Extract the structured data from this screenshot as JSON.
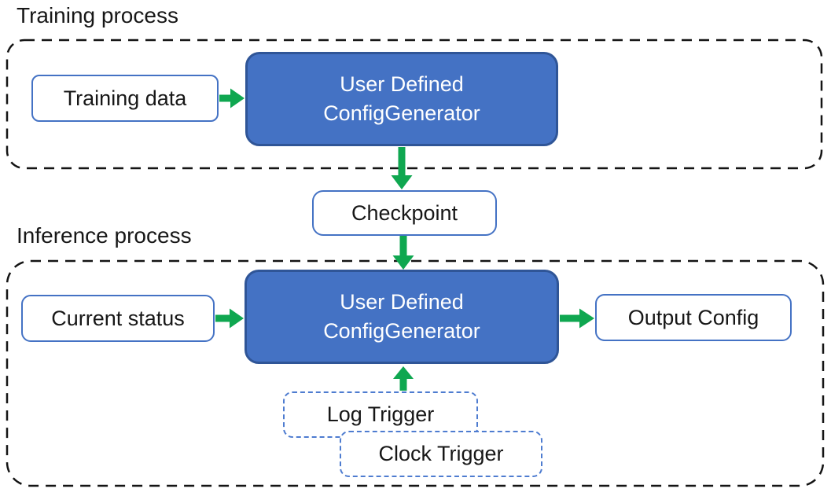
{
  "colors": {
    "node_fill_blue": "#4472C4",
    "node_border_dark_blue": "#2F5597",
    "outline_border_blue": "#4472C4",
    "trigger_border_blue": "#4E7CD0",
    "container_dash_black": "#141414",
    "arrow_green": "#0FA750",
    "text_dark": "#171717",
    "text_on_blue": "#FFFFFF"
  },
  "training": {
    "title": "Training process",
    "input_label": "Training data",
    "generator_line1": "User Defined",
    "generator_line2": "ConfigGenerator"
  },
  "checkpoint_label": "Checkpoint",
  "inference": {
    "title": "Inference process",
    "input_label": "Current status",
    "generator_line1": "User Defined",
    "generator_line2": "ConfigGenerator",
    "output_label": "Output Config",
    "log_trigger_label": "Log Trigger",
    "clock_trigger_label": "Clock Trigger"
  }
}
